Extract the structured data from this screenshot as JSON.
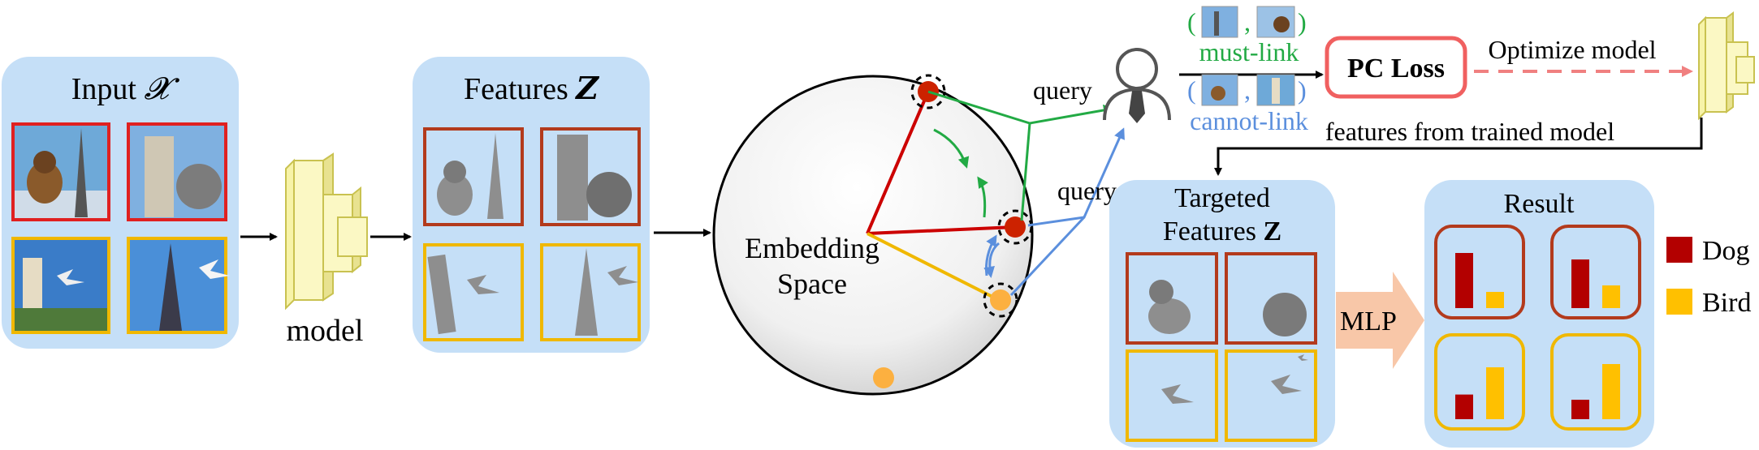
{
  "input": {
    "title": "Input ",
    "symbol": "𝓧"
  },
  "model": {
    "label": "model"
  },
  "features": {
    "title": "Features ",
    "symbol": "𝒁"
  },
  "embedding": {
    "line1": "Embedding",
    "line2": "Space"
  },
  "query": {
    "label_top": "query",
    "label_bottom": "query"
  },
  "pairs": {
    "open_paren": "(",
    "comma": ",",
    "close_paren": ")",
    "must_link": "must-link",
    "cannot_link": "cannot-link"
  },
  "loss": {
    "label": "PC Loss"
  },
  "optimize": {
    "label": "Optimize model"
  },
  "trained": {
    "label": "features from trained model"
  },
  "targeted": {
    "line1": "Targeted",
    "line2": "Features ",
    "symbol": "Z"
  },
  "mlp": {
    "label": "MLP"
  },
  "result": {
    "title": "Result",
    "bars": [
      {
        "dog": 0.85,
        "bird": 0.25
      },
      {
        "dog": 0.75,
        "bird": 0.35
      },
      {
        "dog": 0.38,
        "bird": 0.8
      },
      {
        "dog": 0.3,
        "bird": 0.85
      }
    ]
  },
  "legend": [
    {
      "label": "Dog",
      "color": "#b30000"
    },
    {
      "label": "Bird",
      "color": "#ffc000"
    }
  ],
  "colors": {
    "panel": "#c5dff7",
    "red_border": "#e02020",
    "brown_border": "#b33a1c",
    "yellow_border": "#f0b800",
    "must_link": "#22aa44",
    "cannot_link": "#5b8fdd",
    "dog": "#b30000",
    "bird": "#ffc000",
    "loss_border": "#f06060",
    "mlp": "#f8c7a8"
  }
}
